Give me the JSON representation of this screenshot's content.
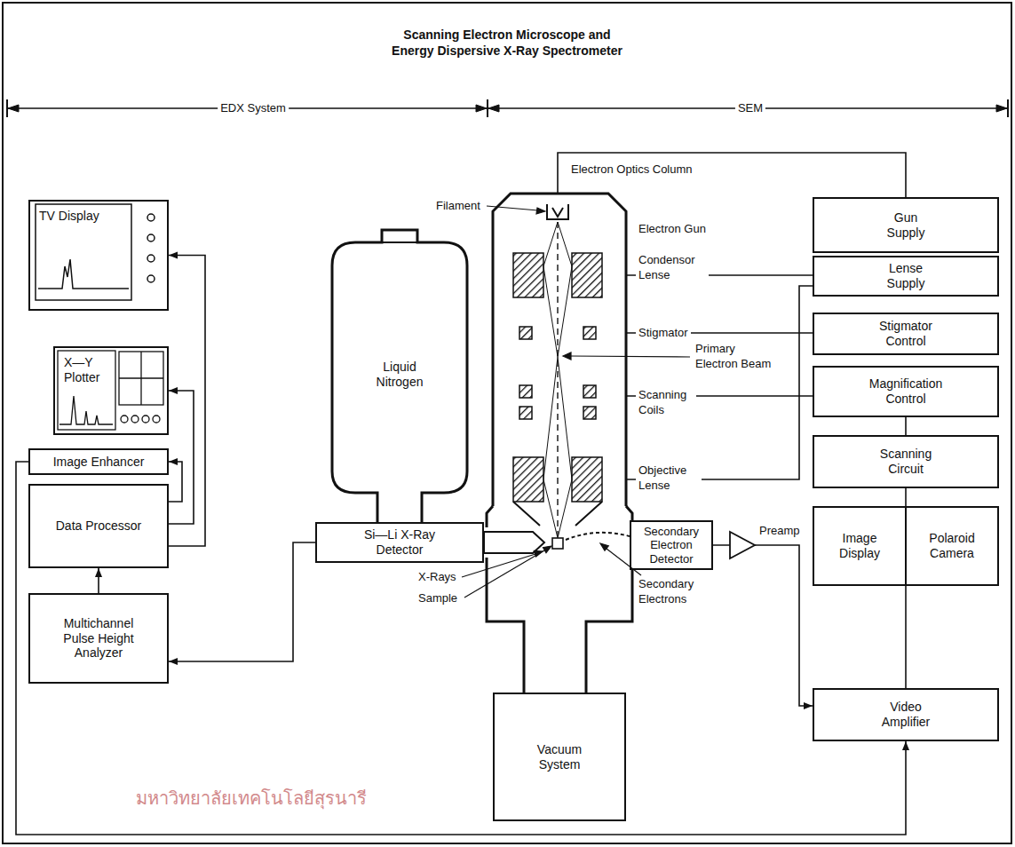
{
  "diagram": {
    "title": "Scanning Electron Microscope and Energy Dispersive X-Ray Spectrometer",
    "nodes": [
      {
        "text": [
          "TV Display"
        ]
      },
      {
        "text": [
          "X—Y Plotter"
        ]
      },
      {
        "text": [
          "Image Enhancer"
        ]
      },
      {
        "text": [
          "Data Processor"
        ]
      },
      {
        "text": [
          "Multichannel Pulse Height Analyzer"
        ]
      },
      {
        "text": [
          "Liquid Nitrogen"
        ]
      },
      {
        "text": [
          "Si—Li X-Ray Detector"
        ]
      },
      {
        "text": [
          "Secondary Electron Detector"
        ]
      },
      {
        "text": [
          "Vacuum System"
        ]
      },
      {
        "text": [
          "Gun Supply"
        ]
      },
      {
        "text": [
          "Lense Supply"
        ]
      },
      {
        "text": [
          "Stigmator Control"
        ]
      },
      {
        "text": [
          "Magnification Control"
        ]
      },
      {
        "text": [
          "Scanning Circuit"
        ]
      },
      {
        "text": [
          "Image Display",
          "Polaroid Camera"
        ]
      },
      {
        "text": [
          "Video Amplifier"
        ]
      }
    ],
    "edges": [
      {
        "from": 6,
        "to": 4,
        "arrow": "to"
      },
      {
        "from": 4,
        "to": 3,
        "arrow": "to"
      },
      {
        "from": 3,
        "to": 2,
        "arrow": "to"
      },
      {
        "from": 3,
        "to": 1,
        "arrow": "to"
      },
      {
        "from": 3,
        "to": 0,
        "arrow": "to"
      },
      {
        "from": 2,
        "to": 15,
        "arrow": "to"
      },
      {
        "from": 7,
        "to": 15,
        "arrow": "to"
      },
      {
        "from": 12,
        "to": 13,
        "arrow": "none"
      },
      {
        "from": 13,
        "to": 14,
        "arrow": "none"
      },
      {
        "from": 14,
        "to": 15,
        "arrow": "none"
      }
    ],
    "labels": [
      "EDX System",
      "SEM",
      "Electron Optics Column",
      "Filament",
      "Electron Gun",
      "Condensor Lense",
      "Stigmator",
      "Primary Electron Beam",
      "Scanning Coils",
      "Objective Lense",
      "X-Rays",
      "Sample",
      "Secondary Electrons",
      "Preamp",
      "มหาวิทยาลัยเทคโนโลยีสุรนารี"
    ]
  }
}
